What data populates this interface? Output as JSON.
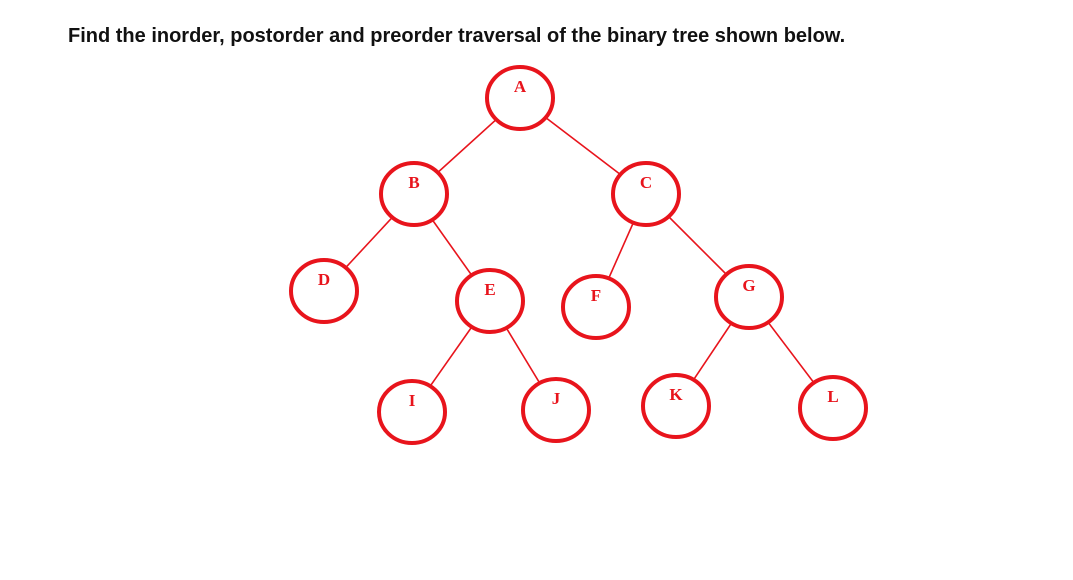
{
  "question": "Find the inorder, postorder and preorder traversal of the binary tree shown below.",
  "colors": {
    "node_stroke": "#e8141c",
    "edge_stroke": "#e8141c",
    "node_label": "#e8141c",
    "text": "#111111"
  },
  "tree": {
    "nodes": [
      {
        "id": "A",
        "label": "A"
      },
      {
        "id": "B",
        "label": "B"
      },
      {
        "id": "C",
        "label": "C"
      },
      {
        "id": "D",
        "label": "D"
      },
      {
        "id": "E",
        "label": "E"
      },
      {
        "id": "F",
        "label": "F"
      },
      {
        "id": "G",
        "label": "G"
      },
      {
        "id": "I",
        "label": "I"
      },
      {
        "id": "J",
        "label": "J"
      },
      {
        "id": "K",
        "label": "K"
      },
      {
        "id": "L",
        "label": "L"
      }
    ],
    "edges": [
      {
        "from": "A",
        "to": "B"
      },
      {
        "from": "A",
        "to": "C"
      },
      {
        "from": "B",
        "to": "D"
      },
      {
        "from": "B",
        "to": "E"
      },
      {
        "from": "E",
        "to": "I"
      },
      {
        "from": "E",
        "to": "J"
      },
      {
        "from": "C",
        "to": "F"
      },
      {
        "from": "C",
        "to": "G"
      },
      {
        "from": "G",
        "to": "K"
      },
      {
        "from": "G",
        "to": "L"
      }
    ]
  }
}
